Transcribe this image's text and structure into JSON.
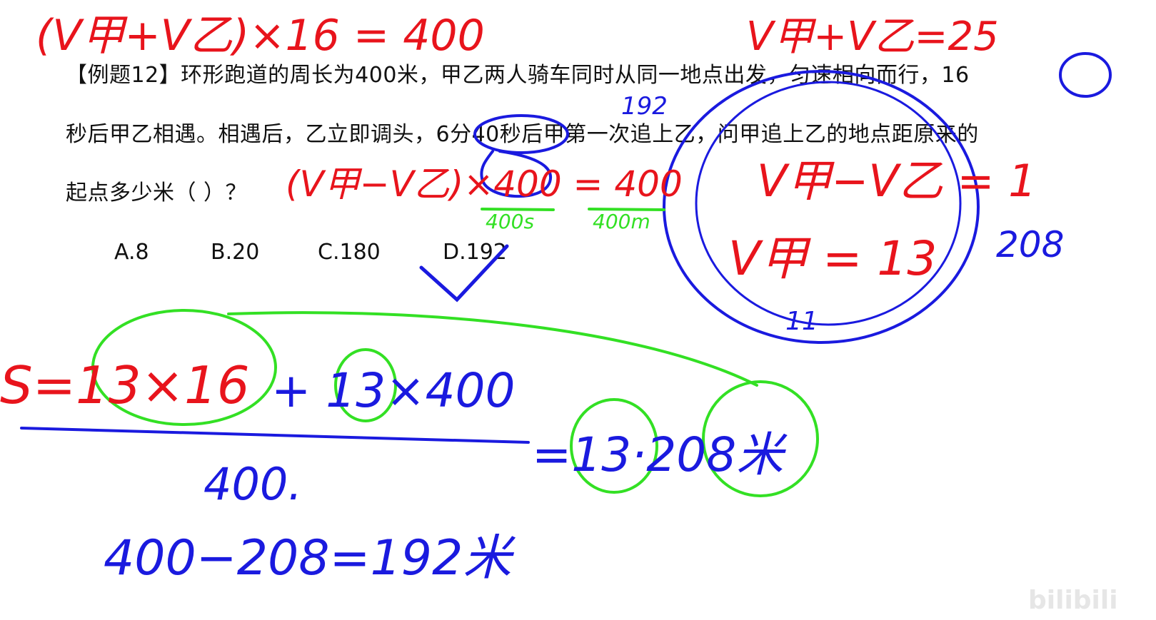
{
  "problem": {
    "line1": "【例题12】环形跑道的周长为400米，甲乙两人骑车同时从同一地点出发，匀速相向而行，16",
    "line2": "秒后甲乙相遇。相遇后，乙立即调头，6分40秒后甲第一次追上乙，问甲追上乙的地点距原来的",
    "line3": "起点多少米（ ）？",
    "options": [
      "A.8",
      "B.20",
      "C.180",
      "D.192"
    ]
  },
  "annotations": {
    "red_eq1": "(V甲+V乙)×16 = 400",
    "red_eq2": "(V甲−V乙)×400 = 400",
    "green_under1": "400s",
    "green_under2": "400m",
    "red_sum": "V甲+V乙=25",
    "red_diff": "V甲−V乙 = 1",
    "red_va": "V甲 = 13",
    "blue_192": "192",
    "blue_208": "208",
    "blue_11": "11",
    "red_s": "S=13×16",
    "blue_plus": "+ 13×400",
    "blue_den": "400.",
    "blue_result": "=13·208米",
    "blue_final": "400−208=192米"
  },
  "colors": {
    "red": "#e8141c",
    "blue": "#1a1adf",
    "green": "#33e024"
  },
  "watermark": "bilibili"
}
